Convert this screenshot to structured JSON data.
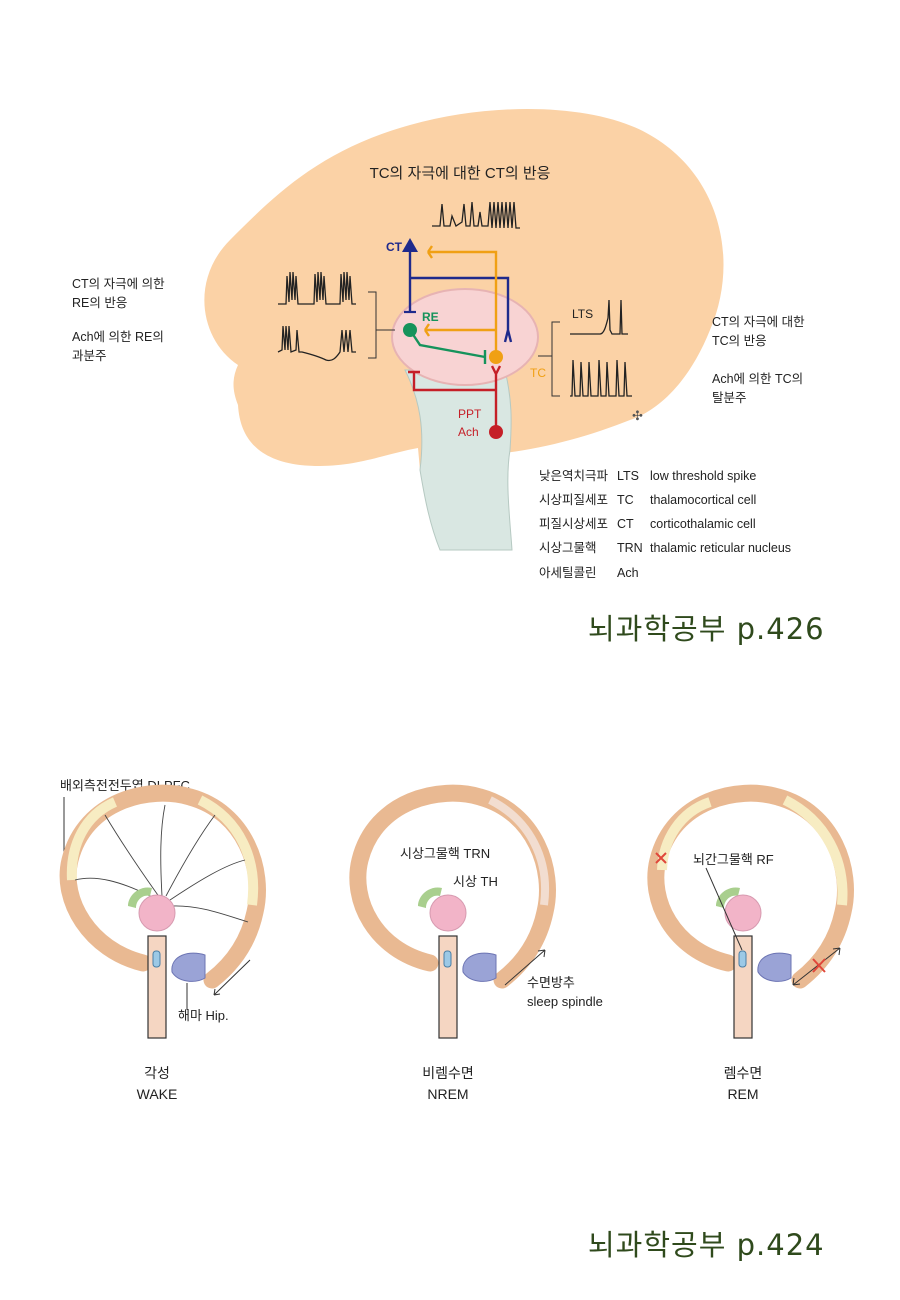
{
  "figure1": {
    "title": "TC의 자극에 대한 CT의 반응",
    "left_label_1a": "CT의 자극에 의한",
    "left_label_1b": "RE의 반응",
    "left_label_2a": "Ach에 의한 RE의",
    "left_label_2b": "과분주",
    "right_label_1a": "CT의 자극에 대한",
    "right_label_1b": "TC의 반응",
    "right_label_2a": "Ach에 의한 TC의",
    "right_label_2b": "탈분주",
    "node_ct": "CT",
    "node_re": "RE",
    "node_tc": "TC",
    "node_ppt": "PPT",
    "node_ach": "Ach",
    "lts": "LTS",
    "legend": [
      {
        "ko": "낮은역치극파",
        "abbr": "LTS",
        "en": "low threshold spike"
      },
      {
        "ko": "시상피질세포",
        "abbr": "TC",
        "en": "thalamocortical cell"
      },
      {
        "ko": "피질시상세포",
        "abbr": "CT",
        "en": "corticothalamic cell"
      },
      {
        "ko": "시상그물핵",
        "abbr": "TRN",
        "en": "thalamic reticular nucleus"
      },
      {
        "ko": "아세틸콜린",
        "abbr": "Ach",
        "en": ""
      }
    ],
    "colors": {
      "brain": "#fbd2a6",
      "thalamus": "#f8d3d3",
      "stem": "#d9e7e2",
      "ct": "#1f2a8c",
      "re": "#16935b",
      "tc": "#f0a014",
      "ppt": "#c51f27"
    }
  },
  "caption1": "뇌과학공부 p.426",
  "figure2": {
    "dlpfc": "배외측전전두엽 DLPFC",
    "panels": [
      {
        "ko": "각성",
        "en": "WAKE",
        "label1": "해마 Hip.",
        "label2": ""
      },
      {
        "ko": "비렘수면",
        "en": "NREM",
        "label1": "시상그물핵 TRN",
        "label2": "시상 TH",
        "label3": "수면방추",
        "label4": "sleep spindle"
      },
      {
        "ko": "렘수면",
        "en": "REM",
        "label1": "뇌간그물핵 RF",
        "label2": ""
      }
    ]
  },
  "caption2": "뇌과학공부 p.424"
}
